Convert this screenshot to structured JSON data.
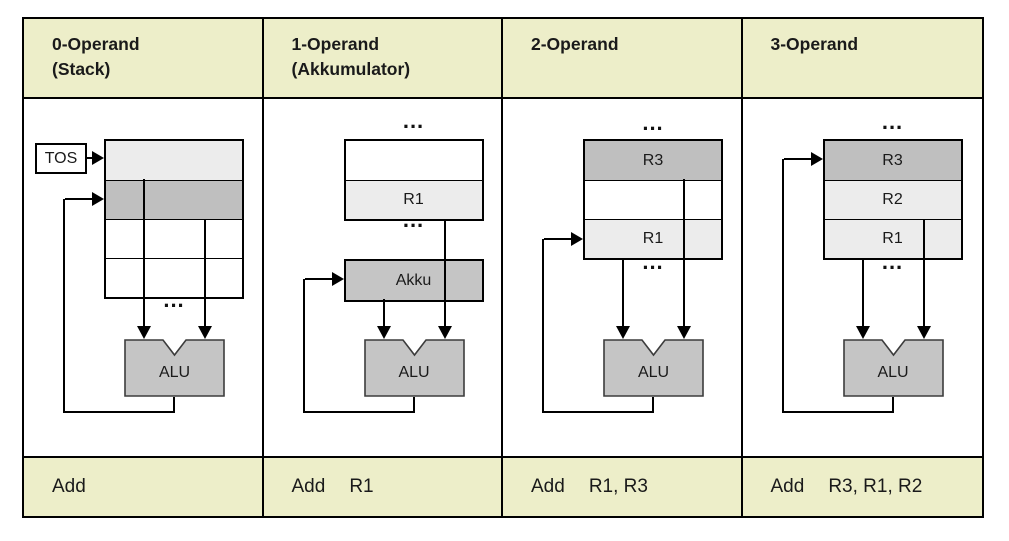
{
  "colors": {
    "band_background": "#edeec9",
    "register_light": "#ececec",
    "register_dark": "#bfbfbf",
    "alu_fill": "#c5c5c5",
    "wire": "#000000"
  },
  "ellipsis": "...",
  "columns": [
    {
      "id": "0-operand-stack",
      "header_line1": "0-Operand",
      "header_line2": "(Stack)",
      "tos_label": "TOS",
      "alu_label": "ALU",
      "instruction_op": "Add",
      "instruction_args": "",
      "cells": [
        "",
        "",
        "",
        ""
      ]
    },
    {
      "id": "1-operand-akkumulator",
      "header_line1": "1-Operand",
      "header_line2": "(Akkumulator)",
      "akku_label": "Akku",
      "alu_label": "ALU",
      "instruction_op": "Add",
      "instruction_args": "R1",
      "cells": [
        "",
        "R1"
      ]
    },
    {
      "id": "2-operand",
      "header_line1": "2-Operand",
      "header_line2": "",
      "alu_label": "ALU",
      "instruction_op": "Add",
      "instruction_args": "R1, R3",
      "cells": [
        "R3",
        "",
        "R1"
      ]
    },
    {
      "id": "3-operand",
      "header_line1": "3-Operand",
      "header_line2": "",
      "alu_label": "ALU",
      "instruction_op": "Add",
      "instruction_args": "R3, R1, R2",
      "cells": [
        "R3",
        "R2",
        "R1"
      ]
    }
  ]
}
